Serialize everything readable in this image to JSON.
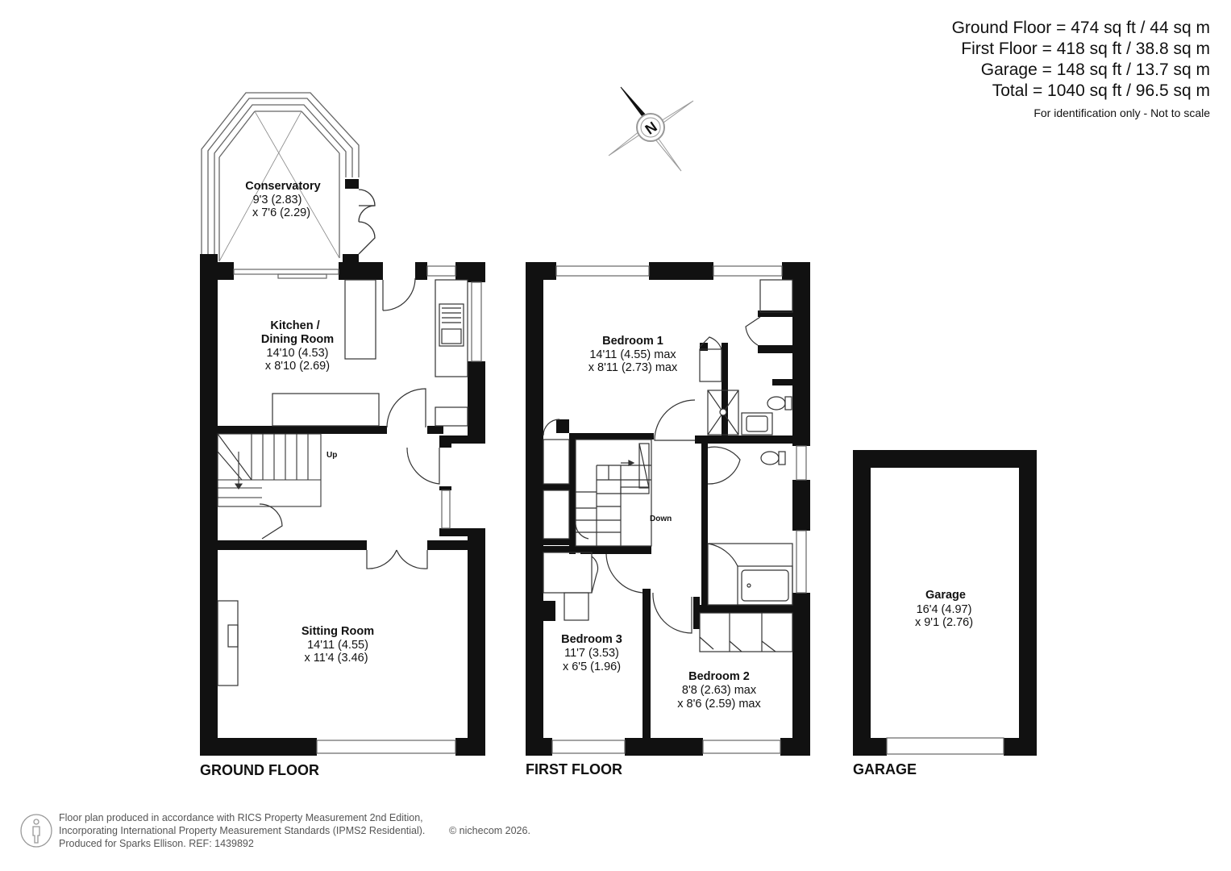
{
  "areas": {
    "ground": "Ground Floor = 474 sq ft / 44 sq m",
    "first": "First Floor = 418 sq ft / 38.8 sq m",
    "garage": "Garage = 148 sq ft / 13.7 sq m",
    "total": "Total = 1040 sq ft / 96.5 sq m",
    "note": "For identification only - Not to scale"
  },
  "compass": {
    "label": "N"
  },
  "floors": {
    "ground": "GROUND FLOOR",
    "first": "FIRST FLOOR",
    "garage": "GARAGE"
  },
  "rooms": {
    "conservatory": {
      "name": "Conservatory",
      "dim1": "9'3 (2.83)",
      "dim2": "x 7'6 (2.29)"
    },
    "kitchen": {
      "name1": "Kitchen /",
      "name2": "Dining Room",
      "dim1": "14'10 (4.53)",
      "dim2": "x 8'10 (2.69)"
    },
    "sitting": {
      "name": "Sitting Room",
      "dim1": "14'11 (4.55)",
      "dim2": "x 11'4 (3.46)"
    },
    "bedroom1": {
      "name": "Bedroom 1",
      "dim1": "14'11 (4.55) max",
      "dim2": "x 8'11 (2.73) max"
    },
    "bedroom2": {
      "name": "Bedroom 2",
      "dim1": "8'8 (2.63) max",
      "dim2": "x 8'6 (2.59) max"
    },
    "bedroom3": {
      "name": "Bedroom 3",
      "dim1": "11'7 (3.53)",
      "dim2": "x 6'5 (1.96)"
    },
    "garage": {
      "name": "Garage",
      "dim1": "16'4 (4.97)",
      "dim2": "x 9'1 (2.76)"
    }
  },
  "stairs": {
    "up": "Up",
    "down": "Down"
  },
  "footer": {
    "line1": "Floor plan produced in accordance with RICS Property Measurement 2nd Edition,",
    "line2": "Incorporating International Property Measurement Standards (IPMS2 Residential).",
    "line3": "Produced for Sparks Ellison.   REF: 1439892",
    "copyright": "© nichecom 2026."
  }
}
